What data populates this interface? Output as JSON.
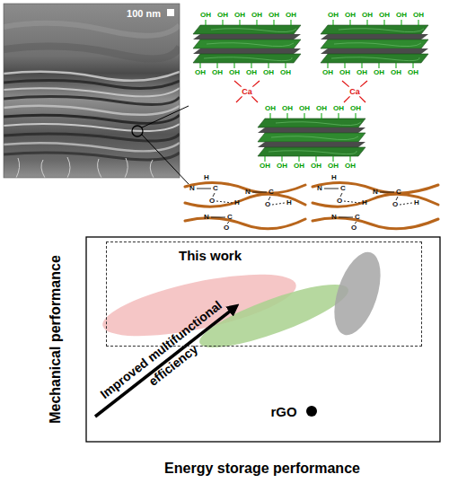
{
  "diagram": {
    "nodes": [
      {
        "text": [
          "This work"
        ]
      }
    ],
    "labels": [
      "100 nm",
      "OH",
      "OH",
      "OH",
      "OH",
      "OH",
      "OH",
      "OH",
      "OH",
      "OH",
      "OH",
      "OH",
      "OH",
      "OH",
      "OH",
      "OH",
      "OH",
      "OH",
      "OH",
      "OH",
      "OH",
      "OH",
      "OH",
      "OH",
      "OH",
      "OH",
      "OH",
      "OH",
      "OH",
      "OH",
      "OH",
      "OH",
      "OH",
      "OH",
      "OH",
      "OH",
      "OH",
      "Ca",
      "Ca",
      "H",
      "N",
      "C",
      "O",
      "H",
      "N",
      "C",
      "O",
      "H",
      "N",
      "C",
      "O",
      "H",
      "N",
      "C",
      "O",
      "H",
      "N",
      "C",
      "O",
      "H",
      "N",
      "C",
      "O",
      "rGO",
      "Improved multifunctional efficiency",
      "Mechanical performance",
      "Energy storage performance"
    ]
  }
}
